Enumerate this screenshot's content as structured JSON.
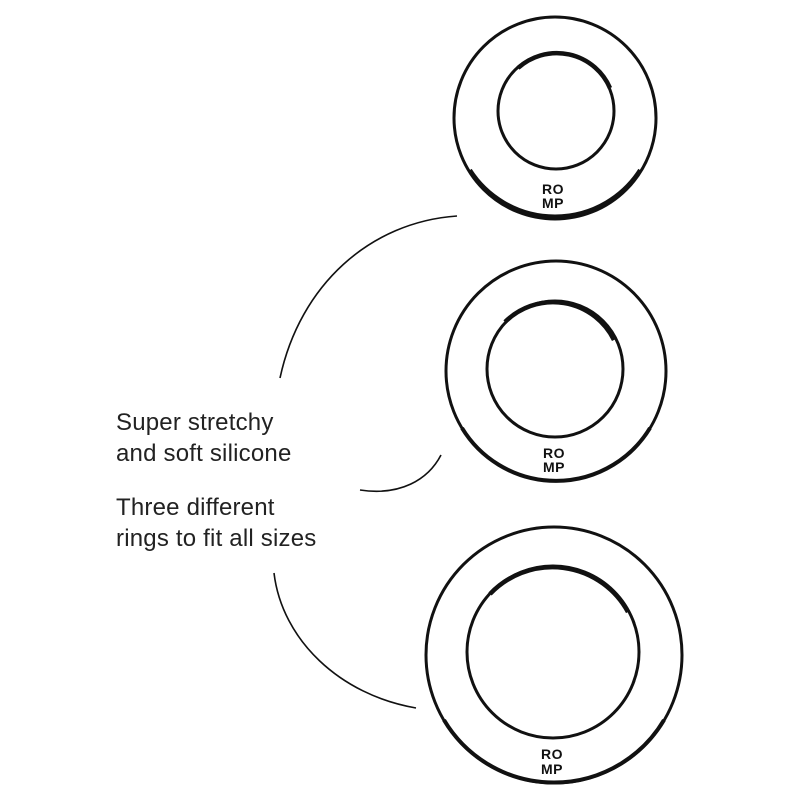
{
  "features": [
    {
      "line1": "Super stretchy",
      "line2": "and soft silicone"
    },
    {
      "line1": "Three different",
      "line2": "rings to fit all sizes"
    }
  ],
  "brand": {
    "logo_line1": "RO",
    "logo_line2": "MP"
  },
  "rings": [
    {
      "name": "small-ring"
    },
    {
      "name": "medium-ring"
    },
    {
      "name": "large-ring"
    }
  ],
  "colors": {
    "stroke": "#111111",
    "text": "#222222",
    "background": "#ffffff"
  }
}
